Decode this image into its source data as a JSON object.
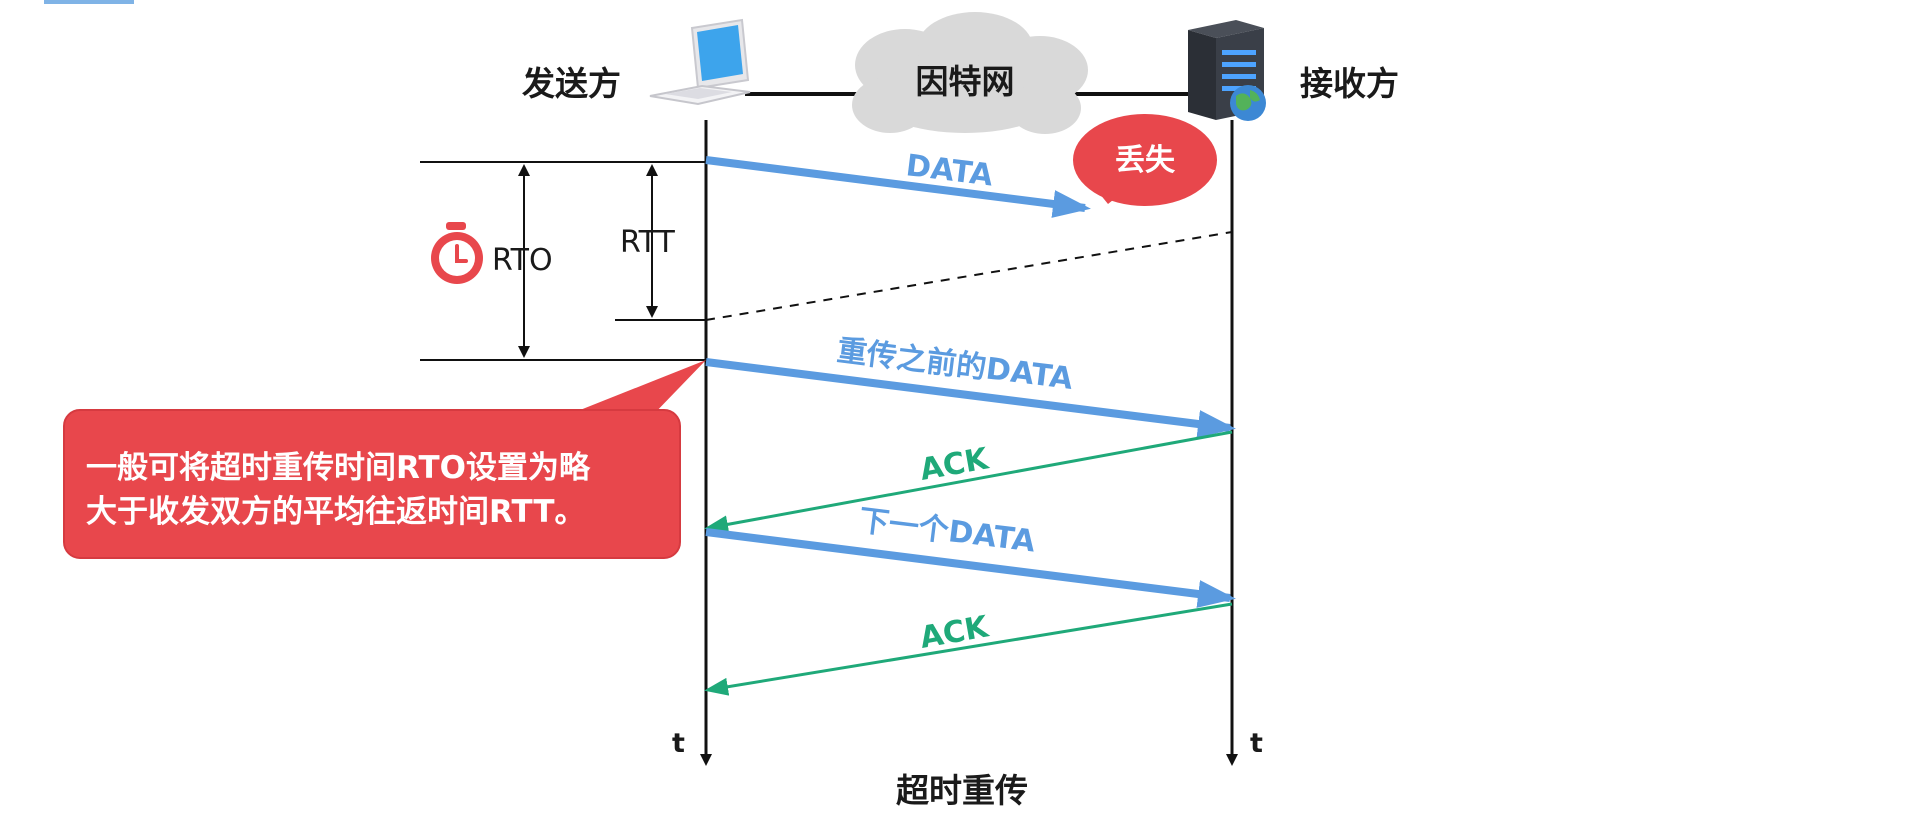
{
  "diagram": {
    "caption": "超时重传",
    "sender_label": "发送方",
    "receiver_label": "接收方",
    "network_label": "因特网",
    "sender_time_label": "t",
    "receiver_time_label": "t",
    "lost_label": "丢失",
    "rto_label": "RTO",
    "rtt_label": "RTT",
    "messages": {
      "data_lost": "DATA",
      "data_retransmit": "重传之前的DATA",
      "ack_1": "ACK",
      "data_next": "下一个DATA",
      "ack_2": "ACK"
    },
    "note_lines": [
      "一般可将超时重传时间RTO设置为略",
      "大于收发双方的平均往返时间RTT。"
    ],
    "colors": {
      "data_arrow": "#5b9be0",
      "ack_arrow": "#1fa979",
      "bubble": "#e8474c",
      "timer_icon": "#e8474c",
      "cloud": "#d9d9d9"
    },
    "icons": {
      "sender": "laptop-icon",
      "receiver": "server-icon",
      "network": "cloud-icon",
      "timer": "stopwatch-icon"
    }
  }
}
